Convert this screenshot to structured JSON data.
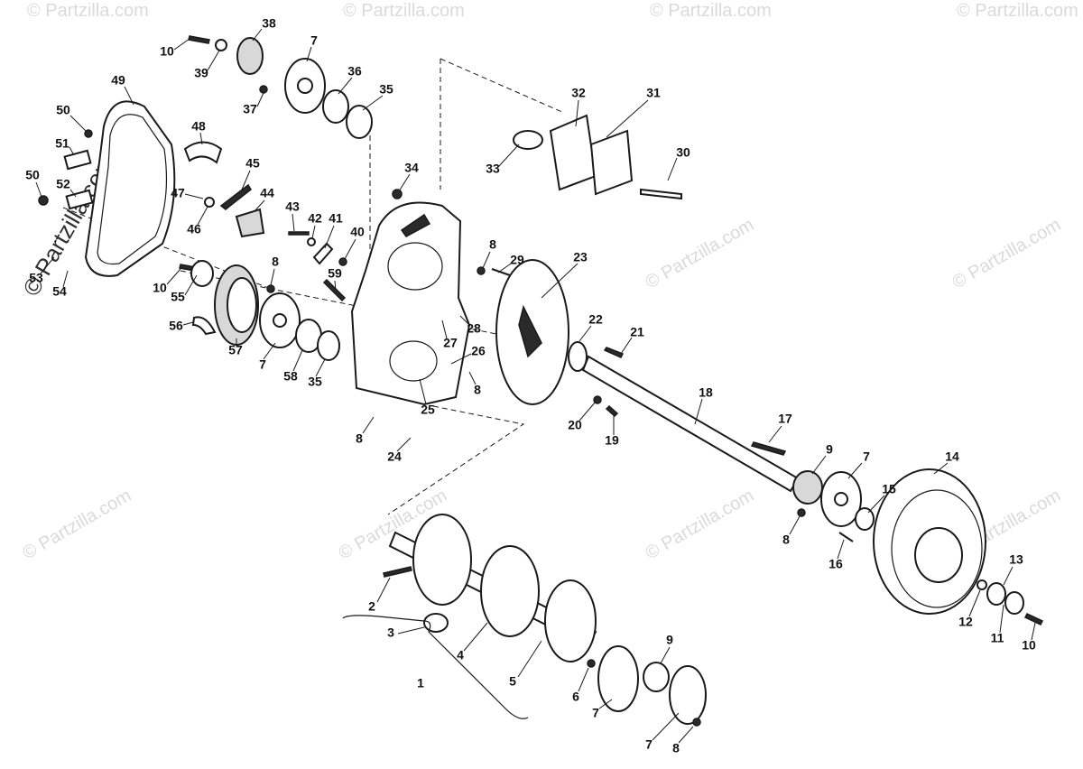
{
  "watermark": "© Partzilla.com",
  "callouts": [
    {
      "id": "l-10a",
      "text": "10"
    },
    {
      "id": "l-39",
      "text": "39"
    },
    {
      "id": "l-38",
      "text": "38"
    },
    {
      "id": "l-7a",
      "text": "7"
    },
    {
      "id": "l-36",
      "text": "36"
    },
    {
      "id": "l-35a",
      "text": "35"
    },
    {
      "id": "l-37",
      "text": "37"
    },
    {
      "id": "l-49",
      "text": "49"
    },
    {
      "id": "l-50a",
      "text": "50"
    },
    {
      "id": "l-48",
      "text": "48"
    },
    {
      "id": "l-51",
      "text": "51"
    },
    {
      "id": "l-45",
      "text": "45"
    },
    {
      "id": "l-50b",
      "text": "50"
    },
    {
      "id": "l-52",
      "text": "52"
    },
    {
      "id": "l-47",
      "text": "47"
    },
    {
      "id": "l-44",
      "text": "44"
    },
    {
      "id": "l-43",
      "text": "43"
    },
    {
      "id": "l-42",
      "text": "42"
    },
    {
      "id": "l-41",
      "text": "41"
    },
    {
      "id": "l-40",
      "text": "40"
    },
    {
      "id": "l-46",
      "text": "46"
    },
    {
      "id": "l-34",
      "text": "34"
    },
    {
      "id": "l-32",
      "text": "32"
    },
    {
      "id": "l-31",
      "text": "31"
    },
    {
      "id": "l-33",
      "text": "33"
    },
    {
      "id": "l-30",
      "text": "30"
    },
    {
      "id": "l-8a",
      "text": "8"
    },
    {
      "id": "l-29",
      "text": "29"
    },
    {
      "id": "l-23",
      "text": "23"
    },
    {
      "id": "l-53",
      "text": "53"
    },
    {
      "id": "l-54",
      "text": "54"
    },
    {
      "id": "l-10b",
      "text": "10"
    },
    {
      "id": "l-8b",
      "text": "8"
    },
    {
      "id": "l-59",
      "text": "59"
    },
    {
      "id": "l-55",
      "text": "55"
    },
    {
      "id": "l-56",
      "text": "56"
    },
    {
      "id": "l-57",
      "text": "57"
    },
    {
      "id": "l-7b",
      "text": "7"
    },
    {
      "id": "l-58",
      "text": "58"
    },
    {
      "id": "l-35b",
      "text": "35"
    },
    {
      "id": "l-28",
      "text": "28"
    },
    {
      "id": "l-27",
      "text": "27"
    },
    {
      "id": "l-22",
      "text": "22"
    },
    {
      "id": "l-21",
      "text": "21"
    },
    {
      "id": "l-26",
      "text": "26"
    },
    {
      "id": "l-8c",
      "text": "8"
    },
    {
      "id": "l-25",
      "text": "25"
    },
    {
      "id": "l-18",
      "text": "18"
    },
    {
      "id": "l-20",
      "text": "20"
    },
    {
      "id": "l-19",
      "text": "19"
    },
    {
      "id": "l-8d",
      "text": "8"
    },
    {
      "id": "l-24",
      "text": "24"
    },
    {
      "id": "l-17",
      "text": "17"
    },
    {
      "id": "l-9a",
      "text": "9"
    },
    {
      "id": "l-7c",
      "text": "7"
    },
    {
      "id": "l-14",
      "text": "14"
    },
    {
      "id": "l-15",
      "text": "15"
    },
    {
      "id": "l-8e",
      "text": "8"
    },
    {
      "id": "l-16",
      "text": "16"
    },
    {
      "id": "l-13",
      "text": "13"
    },
    {
      "id": "l-12",
      "text": "12"
    },
    {
      "id": "l-11",
      "text": "11"
    },
    {
      "id": "l-10c",
      "text": "10"
    },
    {
      "id": "l-2",
      "text": "2"
    },
    {
      "id": "l-3",
      "text": "3"
    },
    {
      "id": "l-4",
      "text": "4"
    },
    {
      "id": "l-9b",
      "text": "9"
    },
    {
      "id": "l-1",
      "text": "1"
    },
    {
      "id": "l-5",
      "text": "5"
    },
    {
      "id": "l-6",
      "text": "6"
    },
    {
      "id": "l-7d",
      "text": "7"
    },
    {
      "id": "l-7e",
      "text": "7"
    },
    {
      "id": "l-8f",
      "text": "8"
    }
  ]
}
